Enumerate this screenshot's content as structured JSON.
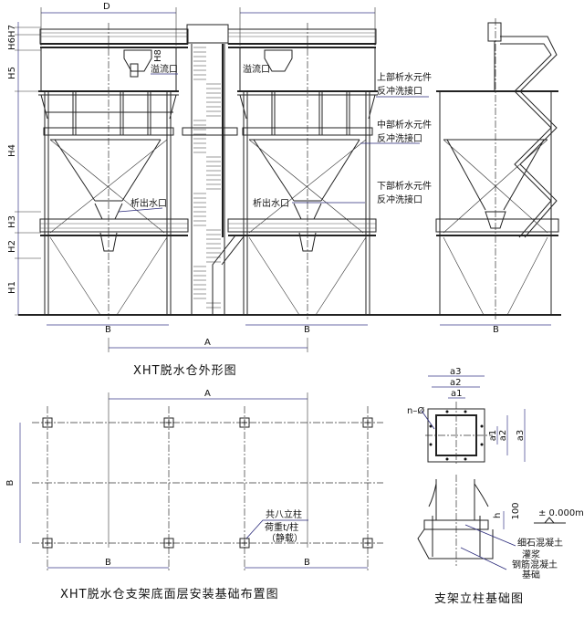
{
  "elevation": {
    "title": "XHT脱水仓外形图",
    "dims": {
      "D": "D",
      "A": "A",
      "B": "B",
      "H1": "H1",
      "H2": "H2",
      "H3": "H3",
      "H4": "H4",
      "H5": "H5",
      "H6": "H6",
      "H7": "H7",
      "H8": "H8"
    },
    "labels": {
      "overflow": "溢流口",
      "drain": "析出水口",
      "upper_1": "上部析水元件",
      "upper_2": "反冲洗接口",
      "middle_1": "中部析水元件",
      "middle_2": "反冲洗接口",
      "lower_1": "下部析水元件",
      "lower_2": "反冲洗接口"
    }
  },
  "plan": {
    "title": "XHT脱水仓支架底面层安装基础布置图",
    "dims": {
      "A": "A",
      "B": "B"
    },
    "note": [
      "共八立柱",
      "荷重t/柱",
      "（静载）"
    ]
  },
  "detail": {
    "title": "支架立柱基础图",
    "dims": {
      "a1": "a1",
      "a2": "a2",
      "a3": "a3",
      "n_phi": "n–Ø",
      "h": "h",
      "h100": "100",
      "elev": "± 0.000m"
    },
    "labels": [
      "细石混凝土",
      "灌浆",
      "钢筋混凝土",
      "基础"
    ]
  }
}
